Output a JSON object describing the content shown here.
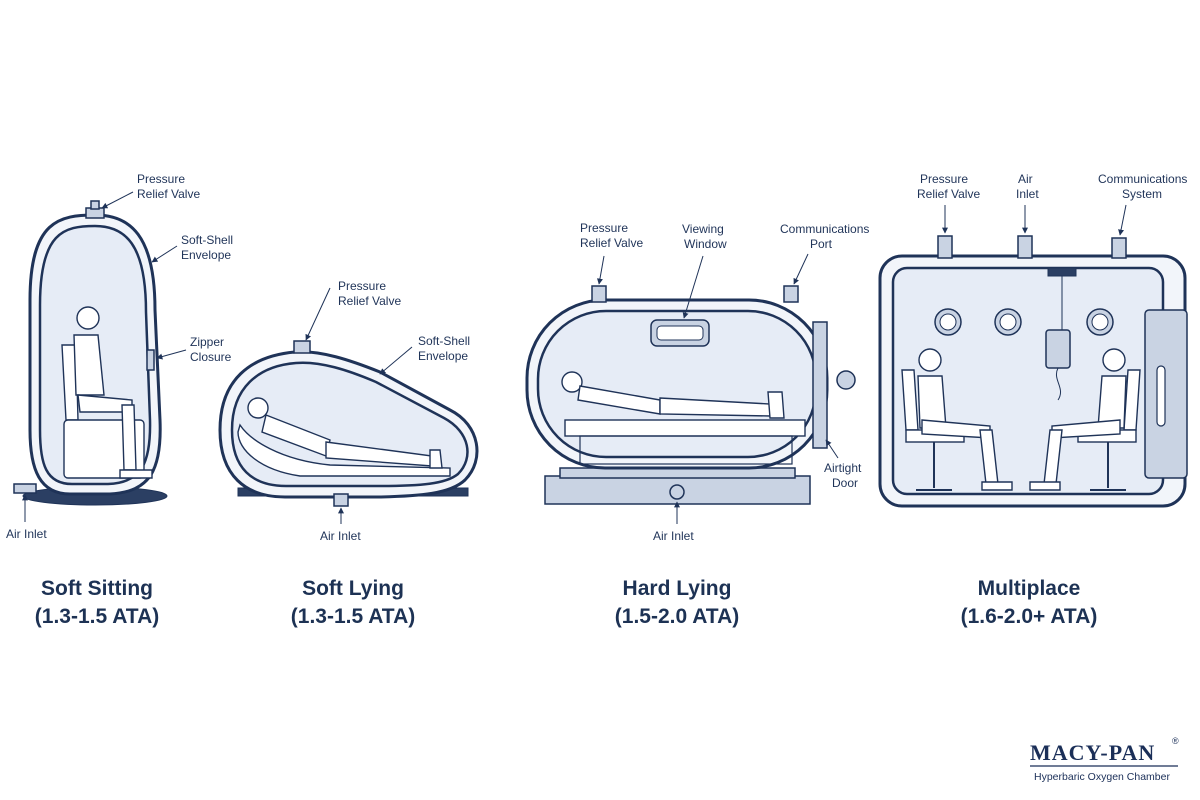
{
  "chambers": [
    {
      "name": "Soft Sitting",
      "pressure": "(1.3-1.5 ATA)",
      "labels": {
        "pressure_valve": [
          "Pressure",
          "Relief Valve"
        ],
        "envelope": [
          "Soft-Shell",
          "Envelope"
        ],
        "zipper": [
          "Zipper",
          "Closure"
        ],
        "air_inlet": [
          "Air Inlet"
        ]
      }
    },
    {
      "name": "Soft Lying",
      "pressure": "(1.3-1.5 ATA)",
      "labels": {
        "pressure_valve": [
          "Pressure",
          "Relief Valve"
        ],
        "envelope": [
          "Soft-Shell",
          "Envelope"
        ],
        "air_inlet": [
          "Air Inlet"
        ]
      }
    },
    {
      "name": "Hard Lying",
      "pressure": "(1.5-2.0 ATA)",
      "labels": {
        "pressure_valve": [
          "Pressure",
          "Relief Valve"
        ],
        "window": [
          "Viewing",
          "Window"
        ],
        "comm_port": [
          "Communications",
          "Port"
        ],
        "door": [
          "Airtight",
          "Door"
        ],
        "air_inlet": [
          "Air Inlet"
        ]
      }
    },
    {
      "name": "Multiplace",
      "pressure": "(1.6-2.0+ ATA)",
      "labels": {
        "pressure_valve": [
          "Pressure",
          "Relief Valve"
        ],
        "air_inlet": [
          "Air",
          "Inlet"
        ],
        "comm_system": [
          "Communications",
          "System"
        ]
      }
    }
  ],
  "brand": {
    "logo_text": "MACY-PAN",
    "registered_mark": "®",
    "tagline": "Hyperbaric Oxygen Chamber"
  },
  "colors": {
    "ink": "#1f3358",
    "fill_light": "#e6ecf6",
    "background": "#ffffff"
  }
}
